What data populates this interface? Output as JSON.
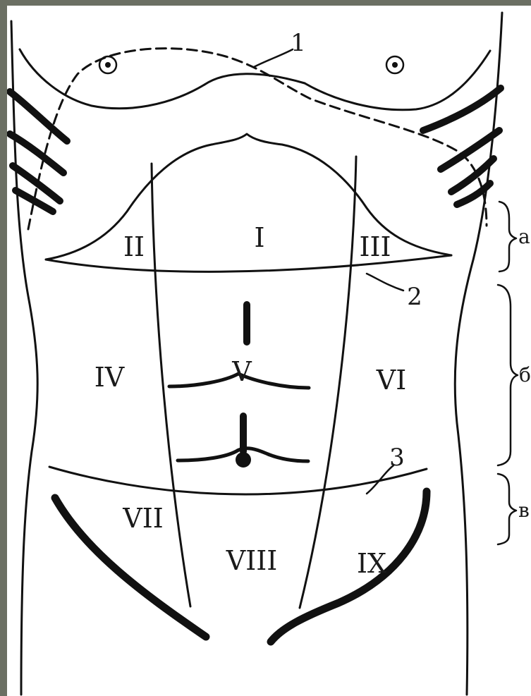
{
  "diagram": {
    "regions": [
      {
        "id": "I",
        "label": "I"
      },
      {
        "id": "II",
        "label": "II"
      },
      {
        "id": "III",
        "label": "III"
      },
      {
        "id": "IV",
        "label": "IV"
      },
      {
        "id": "V",
        "label": "V"
      },
      {
        "id": "VI",
        "label": "VI"
      },
      {
        "id": "VII",
        "label": "VII"
      },
      {
        "id": "VIII",
        "label": "VIII"
      },
      {
        "id": "IX",
        "label": "IX"
      }
    ],
    "line_numbers": {
      "one": "1",
      "two": "2",
      "three": "3"
    },
    "brackets": {
      "a": "a",
      "b": "б",
      "v": "в"
    }
  }
}
